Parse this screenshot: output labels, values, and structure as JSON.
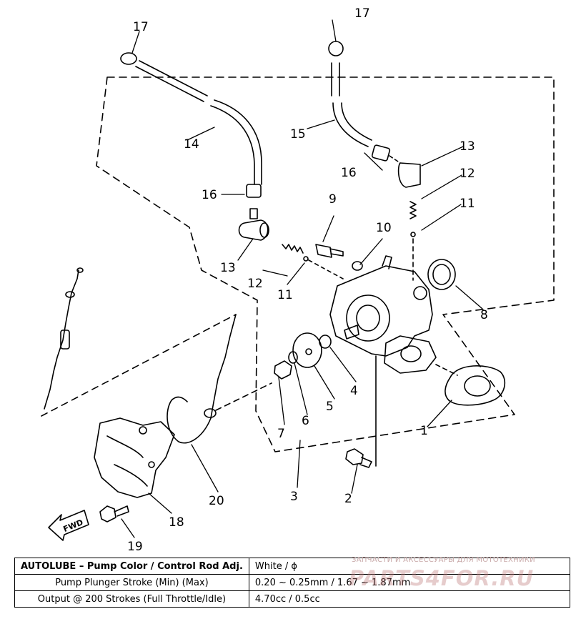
{
  "callouts": {
    "c1": "1",
    "c2": "2",
    "c3": "3",
    "c4": "4",
    "c5": "5",
    "c6": "6",
    "c7": "7",
    "c8": "8",
    "c9": "9",
    "c10": "10",
    "c11a": "11",
    "c11b": "11",
    "c12a": "12",
    "c12b": "12",
    "c13a": "13",
    "c13b": "13",
    "c14": "14",
    "c15": "15",
    "c16a": "16",
    "c16b": "16",
    "c17a": "17",
    "c17b": "17",
    "c18": "18",
    "c19": "19",
    "c20": "20"
  },
  "fwd_label": "FWD",
  "spec_table": {
    "rows": [
      {
        "label": "AUTOLUBE – Pump Color / Control Rod Adj.",
        "value": "White / ϕ"
      },
      {
        "label": "Pump Plunger Stroke (Min) (Max)",
        "value": "0.20 ~ 0.25mm / 1.67 ~ 1.87mm"
      },
      {
        "label": "Output @ 200 Strokes (Full Throttle/Idle)",
        "value": "4.70cc / 0.5cc"
      }
    ]
  },
  "watermark": {
    "top": "ЗАПЧАСТИ И АКСЕССУАРЫ ДЛЯ МОТОТЕХНИКИ",
    "main": "PARTS4FOR.RU"
  }
}
